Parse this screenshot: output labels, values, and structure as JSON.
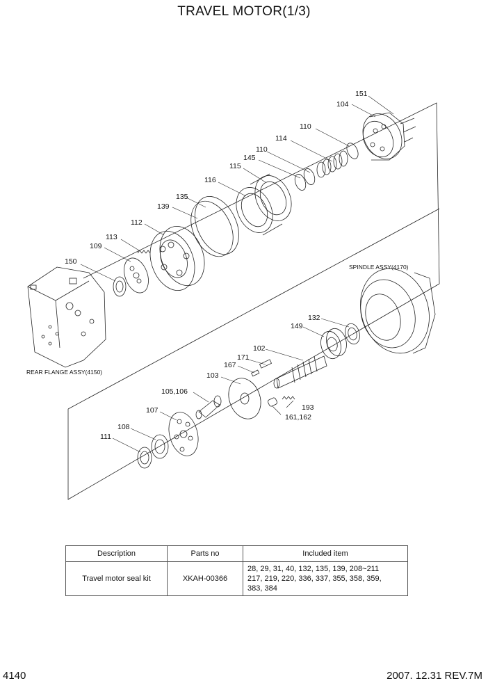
{
  "title": "TRAVEL MOTOR(1/3)",
  "part_labels": {
    "p151": "151",
    "p104": "104",
    "p110a": "110",
    "p114": "114",
    "p110b": "110",
    "p145": "145",
    "p115": "115",
    "p116": "116",
    "p135": "135",
    "p139": "139",
    "p112": "112",
    "p113": "113",
    "p109": "109",
    "p150": "150",
    "p132": "132",
    "p149": "149",
    "p102": "102",
    "p171": "171",
    "p167": "167",
    "p103": "103",
    "p105_106": "105,106",
    "p193": "193",
    "p161_162": "161,162",
    "p107": "107",
    "p108": "108",
    "p111": "111"
  },
  "assembly_labels": {
    "spindle": "SPINDLE ASSY(4170)",
    "rear_flange": "REAR FLANGE ASSY(4150)"
  },
  "kit_table": {
    "headers": [
      "Description",
      "Parts no",
      "Included item"
    ],
    "rows": [
      {
        "description": "Travel motor seal kit",
        "parts_no": "XKAH-00366",
        "included_lines": [
          "28, 29, 31, 40, 132, 135, 139, 208~211",
          "217, 219, 220, 336, 337, 355, 358, 359,",
          "383, 384"
        ]
      }
    ]
  },
  "footer": {
    "page_number": "4140",
    "revision": "2007. 12.31  REV.7M"
  }
}
